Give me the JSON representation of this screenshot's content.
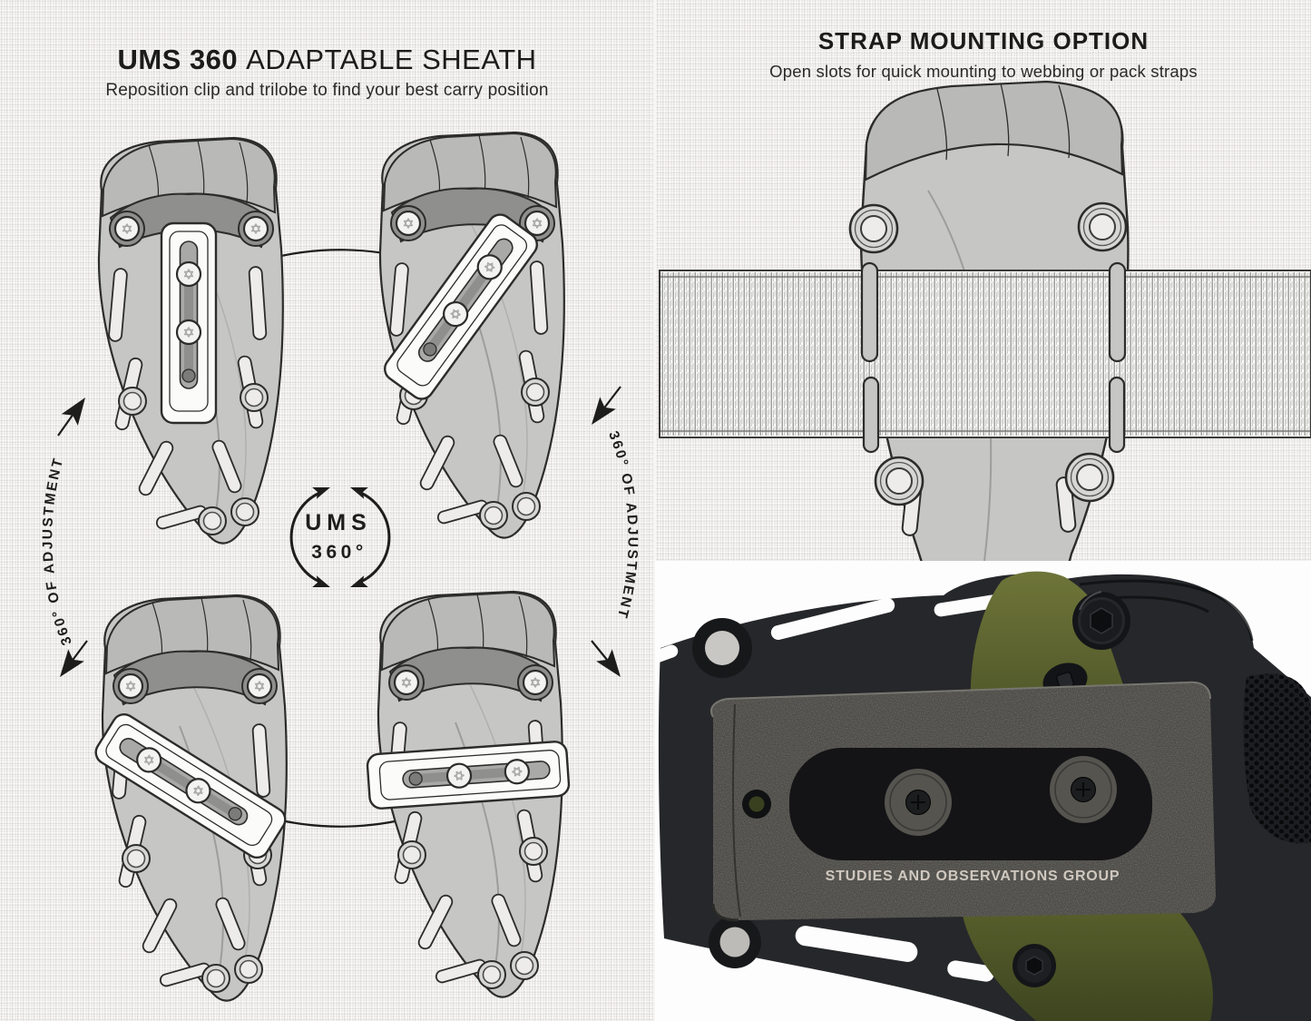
{
  "left_panel": {
    "title": {
      "strong": "UMS 360",
      "rest": "ADAPTABLE SHEATH"
    },
    "subtitle": "Reposition clip and trilobe to find your best carry position",
    "left_arc_label": "360° OF ADJUSTMENT",
    "right_arc_label": "360° OF ADJUSTMENT",
    "badge": {
      "line1": "UMS",
      "line2": "360°"
    }
  },
  "strap_panel": {
    "title": "STRAP MOUNTING OPTION",
    "subtitle": "Open slots for quick mounting to webbing or pack straps"
  },
  "photo_panel": {
    "clip_engraving": "STUDIES AND OBSERVATIONS GROUP"
  },
  "colors": {
    "canvas": "#eceae7",
    "ink": "#1d1d1b",
    "sheath_gray": "#c6c6c5",
    "sheath_cap_gray": "#b9b9b7",
    "trilobe_gray": "#8f8f8d",
    "clip_white": "#fbfbf9",
    "photo_black": "#26272a",
    "olive_green": "#5d6531",
    "stonewashed_metal": "#4b4a46",
    "engraving_text": "#cfc8bf"
  }
}
